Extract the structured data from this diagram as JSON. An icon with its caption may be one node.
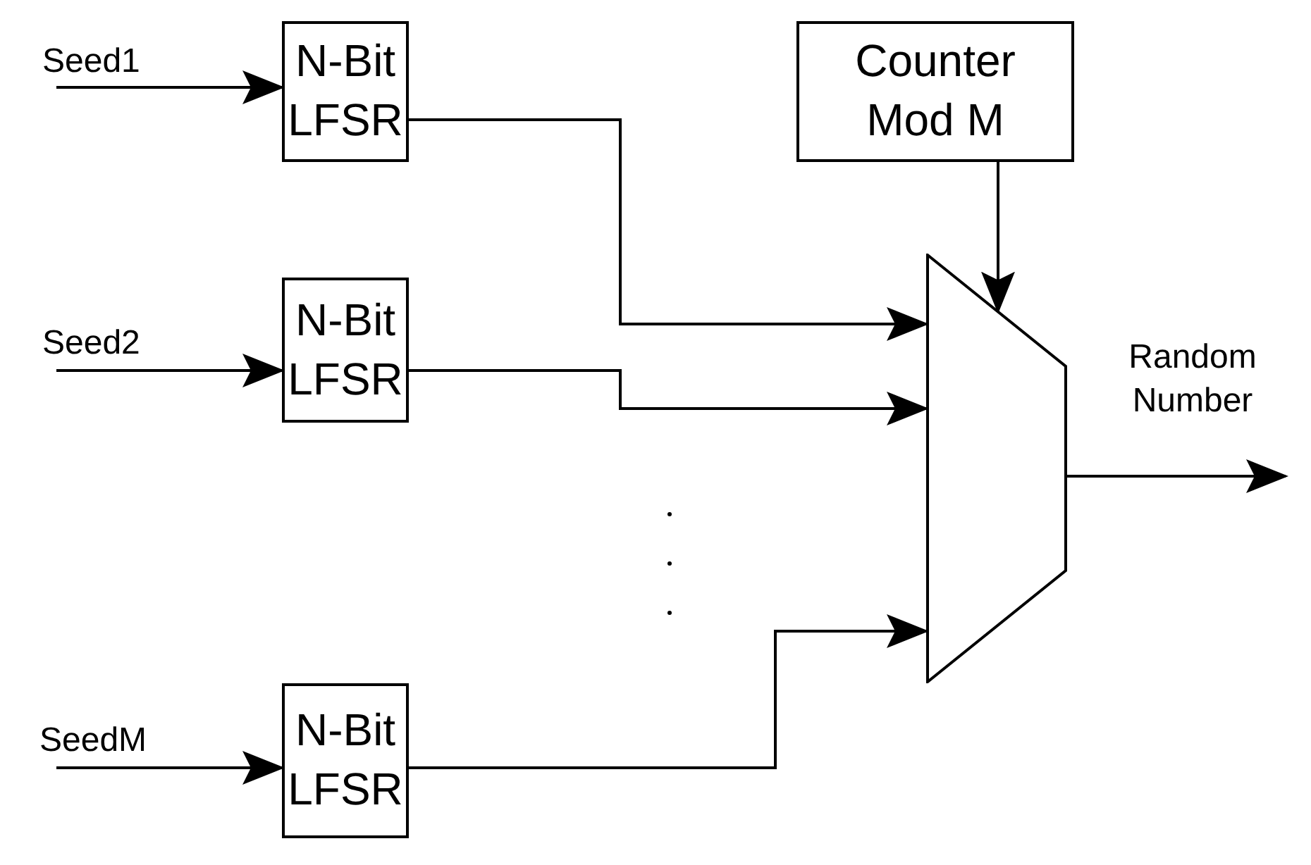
{
  "diagram": {
    "nodes": [
      {
        "text": [
          "N-Bit LFSR"
        ]
      },
      {
        "text": [
          "Counter Mod M"
        ]
      },
      {
        "text": [
          "N-Bit LFSR"
        ]
      },
      {
        "text": [],
        "shape": "trapezoid"
      },
      {
        "text": [
          "N-Bit LFSR"
        ]
      }
    ],
    "edges": [
      {
        "from": null,
        "to": 0,
        "arrow": "to",
        "label": "Seed1"
      },
      {
        "from": null,
        "to": 2,
        "arrow": "to",
        "label": "Seed2"
      },
      {
        "from": null,
        "to": 4,
        "arrow": "to",
        "label": "SeedM"
      },
      {
        "from": 0,
        "to": 3,
        "arrow": "to"
      },
      {
        "from": 2,
        "to": 3,
        "arrow": "to"
      },
      {
        "from": 4,
        "to": 3,
        "arrow": "to"
      },
      {
        "from": 1,
        "to": 3,
        "arrow": "to"
      },
      {
        "from": 3,
        "to": null,
        "arrow": "to",
        "label": "Random Number"
      }
    ]
  }
}
